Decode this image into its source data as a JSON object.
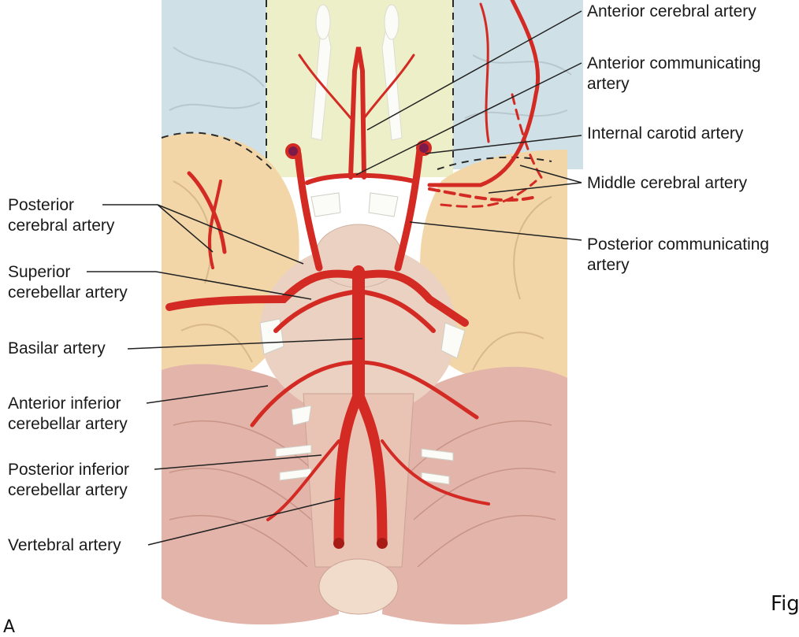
{
  "colors": {
    "background": "#ffffff",
    "frontal_lobe": "#cfe0e6",
    "temporal_lobe": "#f2d6a8",
    "optic_area": "#ecefc7",
    "cerebellum": "#e3b4aa",
    "brainstem": "#ead1c2",
    "artery_red": "#d32a24",
    "artery_dark": "#a81a16",
    "nerve_white": "#fbfbf7",
    "leader_line": "#222222"
  },
  "labels": {
    "aca": "Anterior cerebral artery",
    "acomm": [
      "Anterior communicating",
      "artery"
    ],
    "ica": "Internal carotid artery",
    "mca": "Middle cerebral artery",
    "pcomm": [
      "Posterior communicating",
      "artery"
    ],
    "pca": [
      "Posterior",
      "cerebral artery"
    ],
    "sca": [
      "Superior",
      "cerebellar artery"
    ],
    "basilar": "Basilar artery",
    "aica": [
      "Anterior inferior",
      "cerebellar artery"
    ],
    "pica": [
      "Posterior inferior",
      "cerebellar artery"
    ],
    "vertebral": "Vertebral artery"
  },
  "figure_tag": "Fig",
  "panel_letter": "A"
}
